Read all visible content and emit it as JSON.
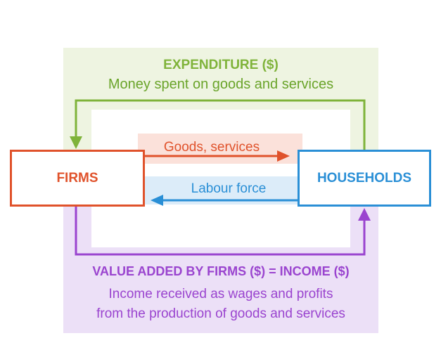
{
  "expenditure": {
    "title": "EXPENDITURE ($)",
    "description": "Money spent on goods and services"
  },
  "goods_flow": {
    "label": "Goods, services"
  },
  "labour_flow": {
    "label": "Labour force"
  },
  "firms": {
    "label": "FIRMS"
  },
  "households": {
    "label": "HOUSEHOLDS"
  },
  "income": {
    "title": "VALUE ADDED BY FIRMS ($) = INCOME ($)",
    "description_line1": "Income received as wages and profits",
    "description_line2": "from the production of goods and services"
  },
  "colors": {
    "firms": "#e0522b",
    "households": "#2a8fd6",
    "expenditure": "#7fb33a",
    "income": "#9a44cf"
  }
}
